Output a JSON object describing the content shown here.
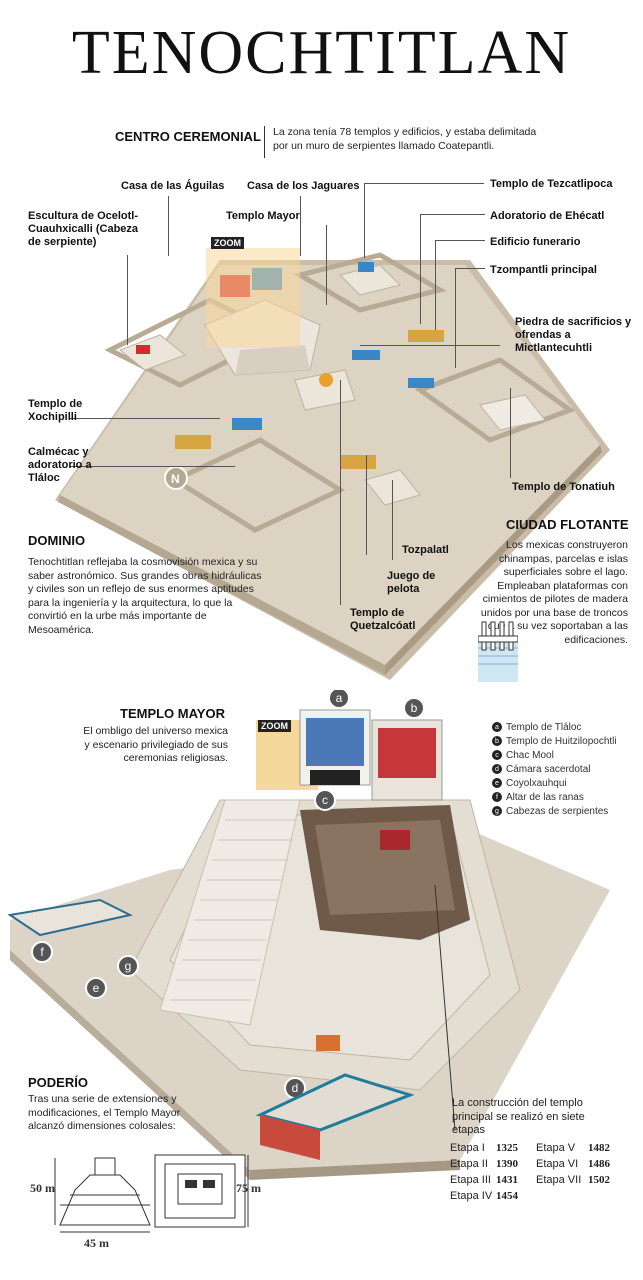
{
  "title": "TENOCHTITLAN",
  "centro": {
    "heading": "CENTRO CEREMONIAL",
    "text": "La zona tenía 78 templos y edificios, y estaba delimitada por un muro de serpientes llamado Coatepantli."
  },
  "labels": {
    "casa_aguilas": "Casa de las Águilas",
    "casa_jaguares": "Casa de los Jaguares",
    "templo_tezcatlipoca": "Templo de Tezcatlipoca",
    "escultura": "Escultura de Ocelotl-Cuauhxicalli (Cabeza de serpiente)",
    "templo_mayor": "Templo Mayor",
    "adoratorio": "Adoratorio de Ehécatl",
    "edificio_funerario": "Edificio funerario",
    "zoom": "ZOOM",
    "tzompantli": "Tzompantli principal",
    "piedra": "Piedra de sacrificios y ofrendas a Mictlantecuhtli",
    "xochipilli": "Templo de Xochipilli",
    "calmecac": "Calmécac y adoratorio a Tláloc",
    "tonatiuh": "Templo de Tonatiuh",
    "tozpalatl": "Tozpalatl",
    "juego": "Juego de pelota",
    "quetzalcoatl": "Templo de Quetzalcóatl"
  },
  "dominio": {
    "heading": "DOMINIO",
    "text": "Tenochtitlan reflejaba la cosmovisión mexica y su saber astronómico. Sus grandes obras hidráulicas y civiles son un reflejo de sus enormes aptitudes para la ingeniería y la arquitectura, lo que la convirtió en la urbe más importante de Mesoamérica."
  },
  "flotante": {
    "heading": "CIUDAD FLOTANTE",
    "text": "Los mexicas construyeron chinampas, parcelas e islas superficiales sobre el lago. Empleaban plataformas con cimientos de pilotes de madera unidos por una base de troncos que a su vez soportaban a las edificaciones."
  },
  "templo_mayor": {
    "heading": "TEMPLO MAYOR",
    "text": "El ombligo del universo mexica y escenario privilegiado de sus ceremonias religiosas.",
    "zoom": "ZOOM",
    "legend": [
      {
        "key": "a",
        "label": "Templo de Tláloc"
      },
      {
        "key": "b",
        "label": "Templo de Huitzilopochtli"
      },
      {
        "key": "c",
        "label": "Chac Mool"
      },
      {
        "key": "d",
        "label": "Cámara sacerdotal"
      },
      {
        "key": "e",
        "label": "Coyolxauhqui"
      },
      {
        "key": "f",
        "label": "Altar de las ranas"
      },
      {
        "key": "g",
        "label": "Cabezas de serpientes"
      }
    ]
  },
  "poderio": {
    "heading": "PODERÍO",
    "text": "Tras una serie de extensiones y modificaciones, el Templo Mayor alcanzó dimensiones colosales:",
    "dim_height": "50 m",
    "dim_width": "45 m",
    "dim_depth": "75 m"
  },
  "construccion": {
    "text": "La construcción del templo principal se realizó en siete etapas",
    "stages": [
      {
        "name": "Etapa I",
        "year": "1325"
      },
      {
        "name": "Etapa II",
        "year": "1390"
      },
      {
        "name": "Etapa III",
        "year": "1431"
      },
      {
        "name": "Etapa IV",
        "year": "1454"
      },
      {
        "name": "Etapa V",
        "year": "1482"
      },
      {
        "name": "Etapa VI",
        "year": "1486"
      },
      {
        "name": "Etapa VII",
        "year": "1502"
      }
    ]
  }
}
